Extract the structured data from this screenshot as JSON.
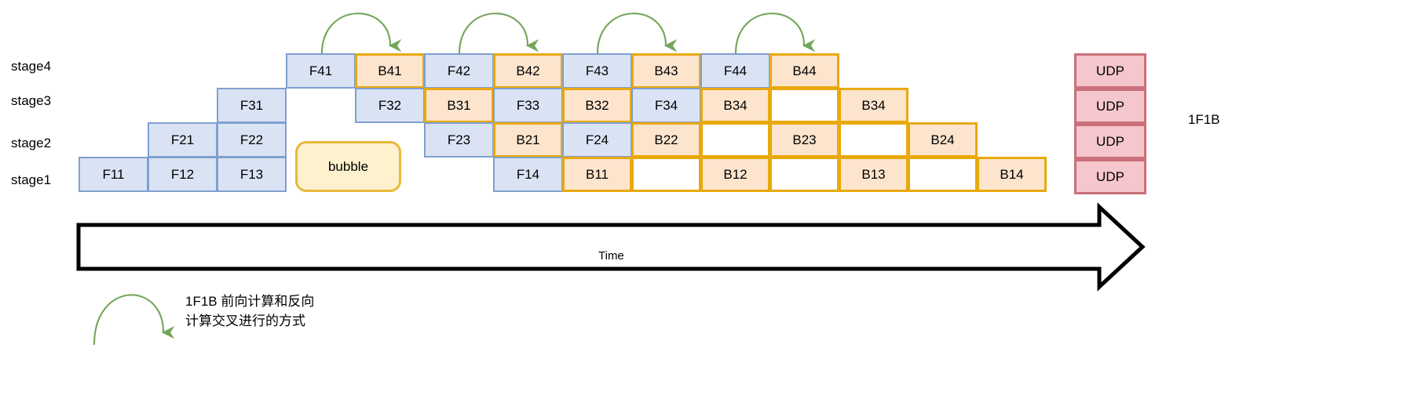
{
  "diagram": {
    "title": "1F1B pipeline parallel schedule",
    "colors": {
      "forward_fill": "#dae3f3",
      "forward_stroke": "#7f9fd0",
      "backward_fill": "#fce4cd",
      "backward_stroke": "#e8a90c",
      "bubble_fill": "#fdf2cd",
      "bubble_stroke": "#e8b93a",
      "udp_fill": "#f5c6cb",
      "udp_stroke": "#c9707a",
      "arrow_green": "#74a55a",
      "time_arrow": "#000000"
    }
  },
  "stage_labels": [
    {
      "id": "stage4",
      "text": "stage4"
    },
    {
      "id": "stage3",
      "text": "stage3"
    },
    {
      "id": "stage2",
      "text": "stage2"
    },
    {
      "id": "stage1",
      "text": "stage1"
    }
  ],
  "rows": [
    {
      "stage": "stage4",
      "cells": [
        {
          "label": "F41",
          "kind": "f",
          "col": 3,
          "span": 1
        },
        {
          "label": "B41",
          "kind": "b",
          "col": 4,
          "span": 1
        },
        {
          "label": "F42",
          "kind": "f",
          "col": 5,
          "span": 1
        },
        {
          "label": "B42",
          "kind": "b",
          "col": 6,
          "span": 1
        },
        {
          "label": "F43",
          "kind": "f",
          "col": 7,
          "span": 1
        },
        {
          "label": "B43",
          "kind": "b",
          "col": 8,
          "span": 1
        },
        {
          "label": "F44",
          "kind": "f",
          "col": 9,
          "span": 1
        },
        {
          "label": "B44",
          "kind": "b",
          "col": 10,
          "span": 1
        }
      ]
    },
    {
      "stage": "stage3",
      "cells": [
        {
          "label": "F31",
          "kind": "f",
          "col": 2,
          "span": 1
        },
        {
          "label": "F32",
          "kind": "f",
          "col": 4,
          "span": 1
        },
        {
          "label": "B31",
          "kind": "b",
          "col": 5,
          "span": 1
        },
        {
          "label": "F33",
          "kind": "f",
          "col": 6,
          "span": 1
        },
        {
          "label": "B32",
          "kind": "b",
          "col": 7,
          "span": 1
        },
        {
          "label": "F34",
          "kind": "f",
          "col": 8,
          "span": 1
        },
        {
          "label": "B34",
          "kind": "b",
          "col": 9,
          "span": 1
        },
        {
          "label": "",
          "kind": "empty",
          "col": 10,
          "span": 1
        },
        {
          "label": "B34",
          "kind": "b",
          "col": 11,
          "span": 1
        }
      ]
    },
    {
      "stage": "stage2",
      "cells": [
        {
          "label": "F21",
          "kind": "f",
          "col": 1,
          "span": 1
        },
        {
          "label": "F22",
          "kind": "f",
          "col": 2,
          "span": 1
        },
        {
          "label": "F23",
          "kind": "f",
          "col": 5,
          "span": 1
        },
        {
          "label": "B21",
          "kind": "b",
          "col": 6,
          "span": 1
        },
        {
          "label": "F24",
          "kind": "f",
          "col": 7,
          "span": 1
        },
        {
          "label": "B22",
          "kind": "b",
          "col": 8,
          "span": 1
        },
        {
          "label": "",
          "kind": "empty",
          "col": 9,
          "span": 1
        },
        {
          "label": "B23",
          "kind": "b",
          "col": 10,
          "span": 1
        },
        {
          "label": "",
          "kind": "empty",
          "col": 11,
          "span": 1
        },
        {
          "label": "B24",
          "kind": "b",
          "col": 12,
          "span": 1
        }
      ]
    },
    {
      "stage": "stage1",
      "cells": [
        {
          "label": "F11",
          "kind": "f",
          "col": 0,
          "span": 1
        },
        {
          "label": "F12",
          "kind": "f",
          "col": 1,
          "span": 1
        },
        {
          "label": "F13",
          "kind": "f",
          "col": 2,
          "span": 1
        },
        {
          "label": "F14",
          "kind": "f",
          "col": 6,
          "span": 1
        },
        {
          "label": "B11",
          "kind": "b",
          "col": 7,
          "span": 1
        },
        {
          "label": "",
          "kind": "empty",
          "col": 8,
          "span": 1
        },
        {
          "label": "B12",
          "kind": "b",
          "col": 9,
          "span": 1
        },
        {
          "label": "",
          "kind": "empty",
          "col": 10,
          "span": 1
        },
        {
          "label": "B13",
          "kind": "b",
          "col": 11,
          "span": 1
        },
        {
          "label": "",
          "kind": "empty",
          "col": 12,
          "span": 1
        },
        {
          "label": "B14",
          "kind": "b",
          "col": 13,
          "span": 1
        }
      ]
    }
  ],
  "bubble": {
    "label": "bubble"
  },
  "udp_column": {
    "cells": [
      {
        "label": "UDP",
        "stage": "stage4"
      },
      {
        "label": "UDP",
        "stage": "stage3"
      },
      {
        "label": "UDP",
        "stage": "stage2"
      },
      {
        "label": "UDP",
        "stage": "stage1"
      }
    ]
  },
  "side_label": {
    "text": "1F1B"
  },
  "time_axis": {
    "label": "Time"
  },
  "legend": {
    "icon": "green-curved-arrow-icon",
    "text": "1F1B 前向计算和反向\n计算交叉进行的方式"
  },
  "top_arrows": [
    {
      "from": "F41",
      "to": "B41"
    },
    {
      "from": "F42",
      "to": "B42"
    },
    {
      "from": "F43",
      "to": "B43"
    },
    {
      "from": "F44",
      "to": "B44"
    }
  ]
}
